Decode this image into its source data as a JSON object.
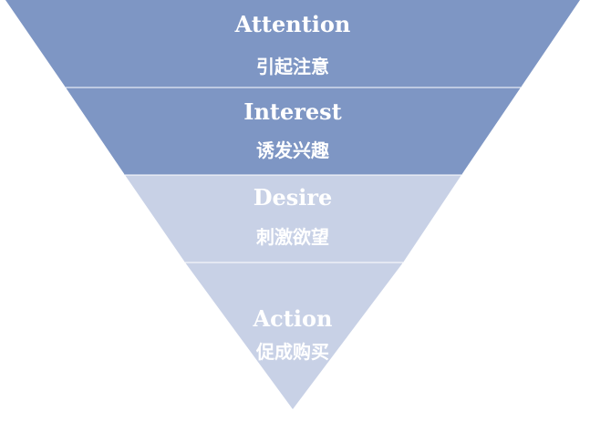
{
  "colors": {
    "dark": "#7e96c4",
    "light": "#c8d1e6",
    "divider": "#ffffff",
    "text": "#ffffff"
  },
  "stages": [
    {
      "id": "attention",
      "label_en": "Attention",
      "label_zh": "引起注意",
      "tone": "dark"
    },
    {
      "id": "interest",
      "label_en": "Interest",
      "label_zh": "诱发兴趣",
      "tone": "dark"
    },
    {
      "id": "desire",
      "label_en": "Desire",
      "label_zh": "刺激欲望",
      "tone": "light"
    },
    {
      "id": "action",
      "label_en": "Action",
      "label_zh": "促成购买",
      "tone": "light"
    }
  ]
}
